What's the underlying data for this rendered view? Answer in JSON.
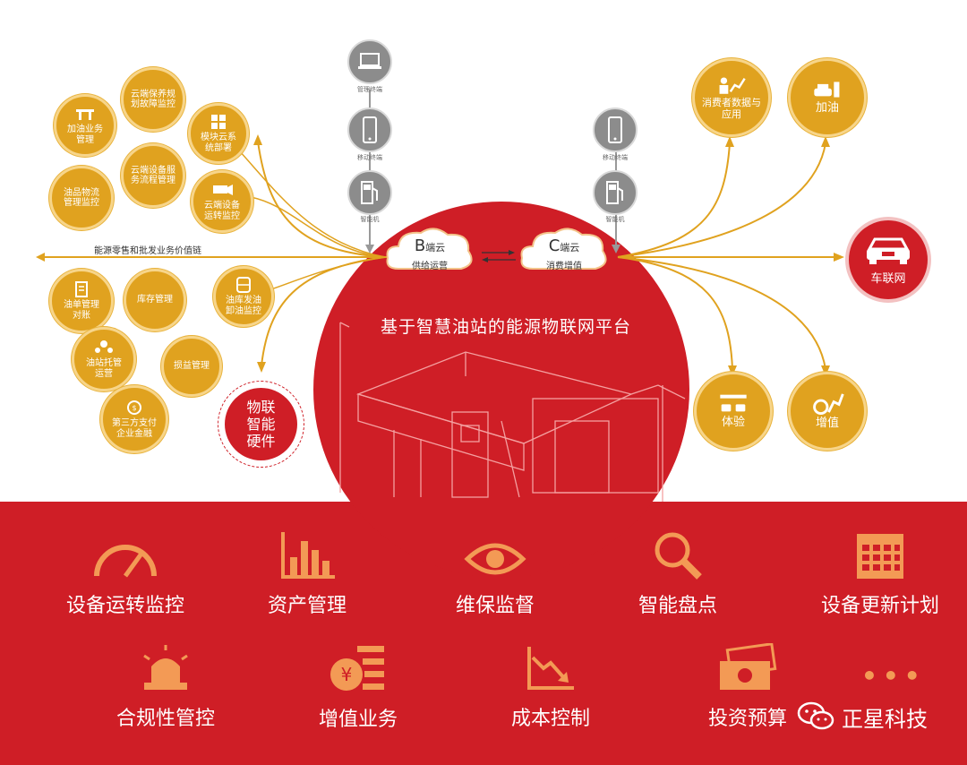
{
  "platform_title": "基于智慧油站的能源物联网平台",
  "chain_label": "能源零售和批发业务价值链",
  "b_cloud": {
    "letter": "B",
    "suffix": "端云",
    "sub": "供给运营"
  },
  "c_cloud": {
    "letter": "C",
    "suffix": "端云",
    "sub": "消费增值"
  },
  "terminals_left": [
    "管理终端",
    "移动终端",
    "智能机"
  ],
  "terminals_right": [
    "移动终端",
    "智能机"
  ],
  "left_circles": {
    "fuel_business": "加油业务管理",
    "cloud_maintenance": "云端保养规划故障监控",
    "module_cloud": "模块云系统部署",
    "oil_logistics": "油品物流管理监控",
    "cloud_service": "云端设备服务流程管理",
    "cloud_device": "云端设备运转监控",
    "oil_order": "油单管理对账",
    "inventory": "库存管理",
    "depot": "油库发油卸油监控",
    "station_trust": "油站托管运营",
    "loss": "损益管理",
    "third_party_pay": "第三方支付企业金融"
  },
  "iot_hardware": [
    "物联",
    "智能",
    "硬件"
  ],
  "right_circles": {
    "consumer_data": "消费者数据与应用",
    "refuel": "加油",
    "car_network": "车联网",
    "experience": "体验",
    "value_add": "增值"
  },
  "features_row1": [
    "设备运转监控",
    "资产管理",
    "维保监督",
    "智能盘点",
    "设备更新计划"
  ],
  "features_row2": [
    "合规性管控",
    "增值业务",
    "成本控制",
    "投资预算"
  ],
  "brand": "正星科技",
  "colors": {
    "red": "#cf1e26",
    "gold": "#e0a21f",
    "orange_icon": "#f39a55"
  }
}
